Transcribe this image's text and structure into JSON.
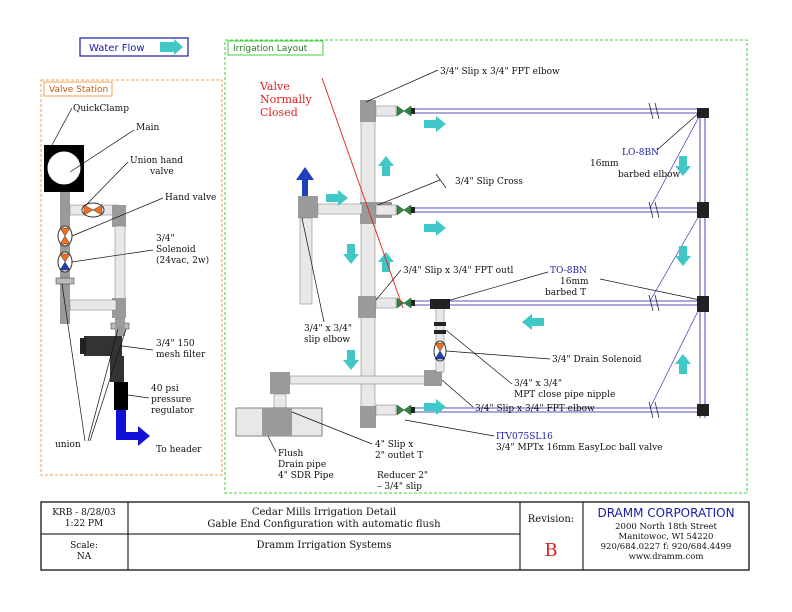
{
  "legend": {
    "label": "Water Flow"
  },
  "colors": {
    "pipe": "#e8e8e8",
    "fitting": "#9a9a9a",
    "flow_arrow": "#40c8c8",
    "riser": "#1f3fbf",
    "header_arrow": "#1010d8",
    "blue_line": "#1a1aa8",
    "red": "#e02020",
    "valve_box_border": "#f0a050",
    "layout_box_border": "#40d040"
  },
  "valve_station": {
    "title": "Valve Station",
    "labels": {
      "quickclamp": "QuickClamp",
      "main": "Main",
      "union_hand_valve": "Union hand valve",
      "hand_valve": "Hand valve",
      "solenoid": "3/4\" Solenoid (24vac, 2w)",
      "mesh_filter": "3/4\" 150 mesh filter",
      "pressure_regulator": "40 psi pressure regulator",
      "union": "union",
      "to_header": "To header"
    }
  },
  "irrigation_layout": {
    "title": "Irrigation Layout",
    "labels": {
      "valve_normally_closed": "Valve Normally Closed",
      "slip_fpt_elbow_top": "3/4\" Slip x 3/4\" FPT elbow",
      "slip_cross": "3/4\" Slip Cross",
      "slip_fpt_outlet": "3/4\" Slip x 3/4\" FPT outl",
      "slip_elbow": "3/4\" x 3/4\" slip elbow",
      "lo_8bn": "LO-8BN",
      "lo_8bn_desc": "16mm barbed elbow",
      "to_8bn": "TO-8BN",
      "to_8bn_desc": "16mm barbed T",
      "drain_solenoid": "3/4\" Drain Solenoid",
      "mpt_nipple": "3/4\" x 3/4\" MPT close pipe nipple",
      "slip_fpt_elbow_bottom": "3/4\" Slip x 3/4\" FPT elbow",
      "itv": "ITV075SL16",
      "itv_desc": "3/4\" MPTx 16mm EasyLoc ball valve",
      "outlet_t": "4\" Slip x 2\" outlet T",
      "reducer": "Reducer 2\" – 3/4\" slip",
      "flush": "Flush Drain pipe 4\" SDR Pipe"
    }
  },
  "title_block": {
    "author_date": "KRB - 8/28/03",
    "time": "1:22 PM",
    "scale_label": "Scale:",
    "scale_value": "NA",
    "project": "Cedar Mills Irrigation Detail",
    "drawing": "Gable End Configuration with automatic flush",
    "company_line": "Dramm Irrigation Systems",
    "revision_label": "Revision:",
    "revision_value": "B",
    "corp_name": "DRAMM CORPORATION",
    "address1": "2000 North 18th Street",
    "address2": "Manitowoc, WI 54220",
    "phone": "920/684.0227 f: 920/684.4499",
    "web": "www.dramm.com"
  }
}
